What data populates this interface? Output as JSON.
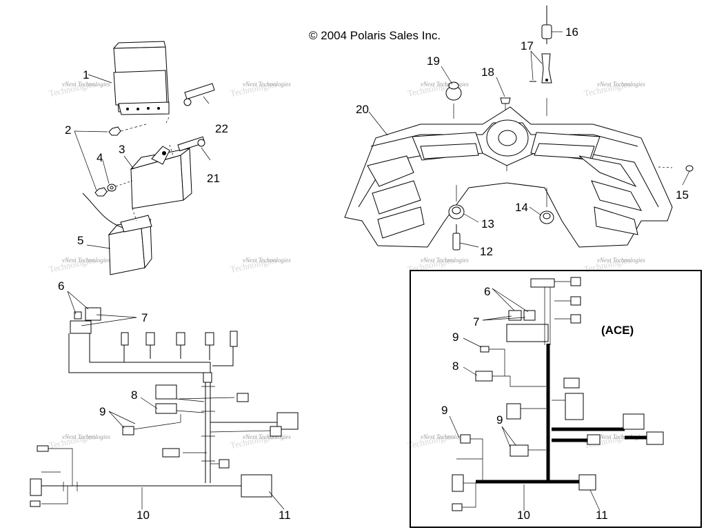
{
  "copyright": "© 2004 Polaris Sales Inc.",
  "watermark": "vNext Technologies",
  "watermark_shadow": "Technologies",
  "ace_label": "(ACE)",
  "callouts": {
    "c1": "1",
    "c2": "2",
    "c3": "3",
    "c4": "4",
    "c5": "5",
    "c6": "6",
    "c7": "7",
    "c8": "8",
    "c9a": "9",
    "c10": "10",
    "c11": "11",
    "c12": "12",
    "c13": "13",
    "c14": "14",
    "c15": "15",
    "c16": "16",
    "c17": "17",
    "c18": "18",
    "c19": "19",
    "c20": "20",
    "c21": "21",
    "c22": "22",
    "b6": "6",
    "b7": "7",
    "b8": "8",
    "b9a": "9",
    "b9b": "9",
    "b9c": "9",
    "b10": "10",
    "b11": "11"
  }
}
